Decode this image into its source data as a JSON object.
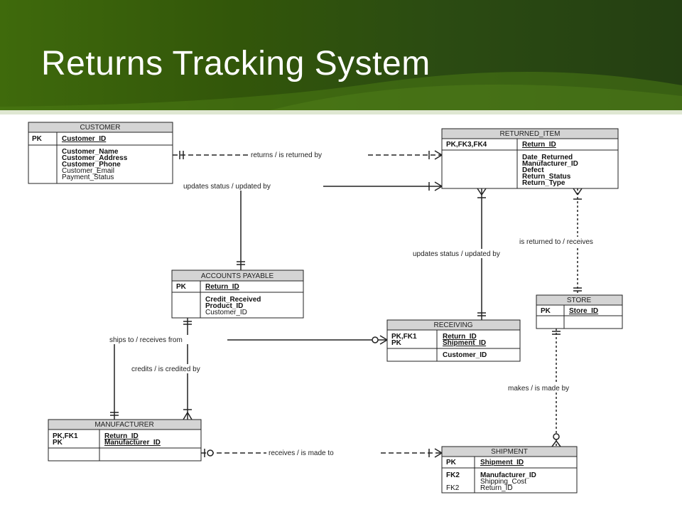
{
  "title": "Returns Tracking System",
  "entities": {
    "customer": {
      "name": "CUSTOMER",
      "pk_label": "PK",
      "pk": "Customer_ID",
      "attrs": [
        {
          "t": "Customer_Name",
          "b": true
        },
        {
          "t": "Customer_Address",
          "b": true
        },
        {
          "t": "Customer_Phone",
          "b": true
        },
        {
          "t": "Customer_Email",
          "b": false
        },
        {
          "t": "Payment_Status",
          "b": false
        }
      ]
    },
    "returned_item": {
      "name": "RETURNED_ITEM",
      "pk_label": "PK,FK3,FK4",
      "pk": "Return_ID",
      "attrs": [
        {
          "t": "Date_Returned",
          "b": true
        },
        {
          "t": "Manufacturer_ID",
          "b": true
        },
        {
          "t": "Defect",
          "b": true
        },
        {
          "t": "Return_Status",
          "b": true
        },
        {
          "t": "Return_Type",
          "b": true
        }
      ]
    },
    "accounts_payable": {
      "name": "ACCOUNTS PAYABLE",
      "pk_label": "PK",
      "pk": "Return_ID",
      "attrs": [
        {
          "t": "Credit_Received",
          "b": true
        },
        {
          "t": "Product_ID",
          "b": true
        },
        {
          "t": "Customer_ID",
          "b": false
        }
      ]
    },
    "store": {
      "name": "STORE",
      "pk_label": "PK",
      "pk": "Store_ID",
      "attrs": []
    },
    "receiving": {
      "name": "RECEIVING",
      "pk_label1": "PK,FK1",
      "pk_label2": "PK",
      "pk1": "Return_ID",
      "pk2": "Shipment_ID",
      "attrs": [
        {
          "t": "Customer_ID",
          "b": true
        }
      ]
    },
    "manufacturer": {
      "name": "MANUFACTURER",
      "pk_label1": "PK,FK1",
      "pk_label2": "PK",
      "pk1": "Return_ID",
      "pk2": "Manufacturer_ID",
      "attrs": []
    },
    "shipment": {
      "name": "SHIPMENT",
      "pk_label": "PK",
      "pk": "Shipment_ID",
      "fk_labels": [
        "FK2",
        "",
        "FK2"
      ],
      "attrs": [
        {
          "t": "Manufacturer_ID",
          "b": true
        },
        {
          "t": "Shipping_Cost",
          "b": false
        },
        {
          "t": "Return_ID",
          "b": false
        }
      ]
    }
  },
  "relationships": [
    {
      "id": "cust-ret",
      "label": "returns / is returned by"
    },
    {
      "id": "ap-ret",
      "label": "updates status / updated by"
    },
    {
      "id": "rcv-ret",
      "label": "updates status / updated by"
    },
    {
      "id": "store-ret",
      "label": "is returned to / receives"
    },
    {
      "id": "mfr-rcv",
      "label": "ships to / receives from"
    },
    {
      "id": "mfr-ap",
      "label": "credits / is credited by"
    },
    {
      "id": "store-ship",
      "label": "makes / is made by"
    },
    {
      "id": "mfr-ship",
      "label": "receives / is made to"
    }
  ],
  "colors": {
    "banner": "#3f6a0c",
    "entity_header": "#d4d4d4",
    "line": "#222222"
  }
}
